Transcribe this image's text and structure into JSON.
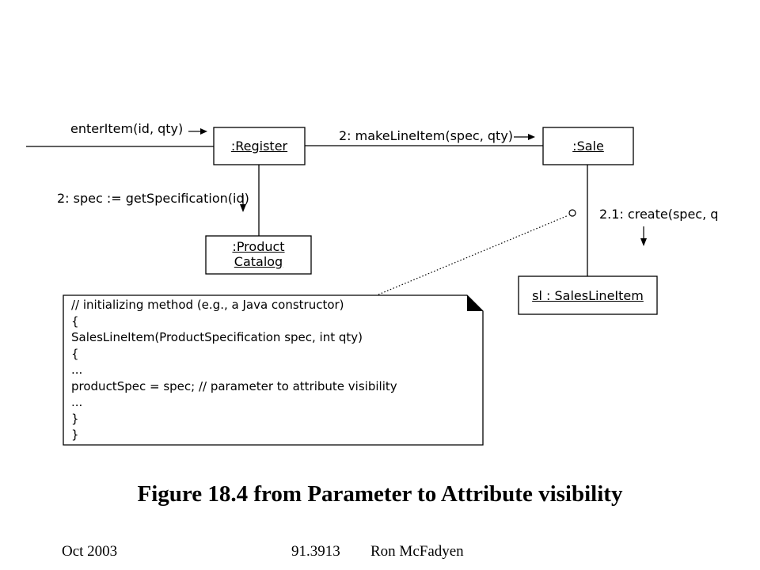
{
  "diagram": {
    "messages": {
      "enter_item": "enterItem(id, qty)",
      "make_line_item": "2: makeLineItem(spec, qty)",
      "get_spec": "2: spec := getSpecification(id)",
      "create": "2.1: create(spec, q"
    },
    "objects": {
      "register": ":Register",
      "sale": ":Sale",
      "catalog_line1": ":Product",
      "catalog_line2": "Catalog",
      "sales_line_item": "sl : SalesLineItem"
    },
    "note_lines": [
      "// initializing method (e.g., a Java constructor)",
      "{",
      "SalesLineItem(ProductSpecification spec, int qty)",
      "{",
      "...",
      "productSpec = spec;  // parameter to attribute visibility",
      "...",
      "}",
      "}"
    ]
  },
  "caption": "Figure 18.4 from Parameter to Attribute visibility",
  "footer": {
    "date": "Oct 2003",
    "course": "91.3913",
    "author": "Ron McFadyen"
  }
}
